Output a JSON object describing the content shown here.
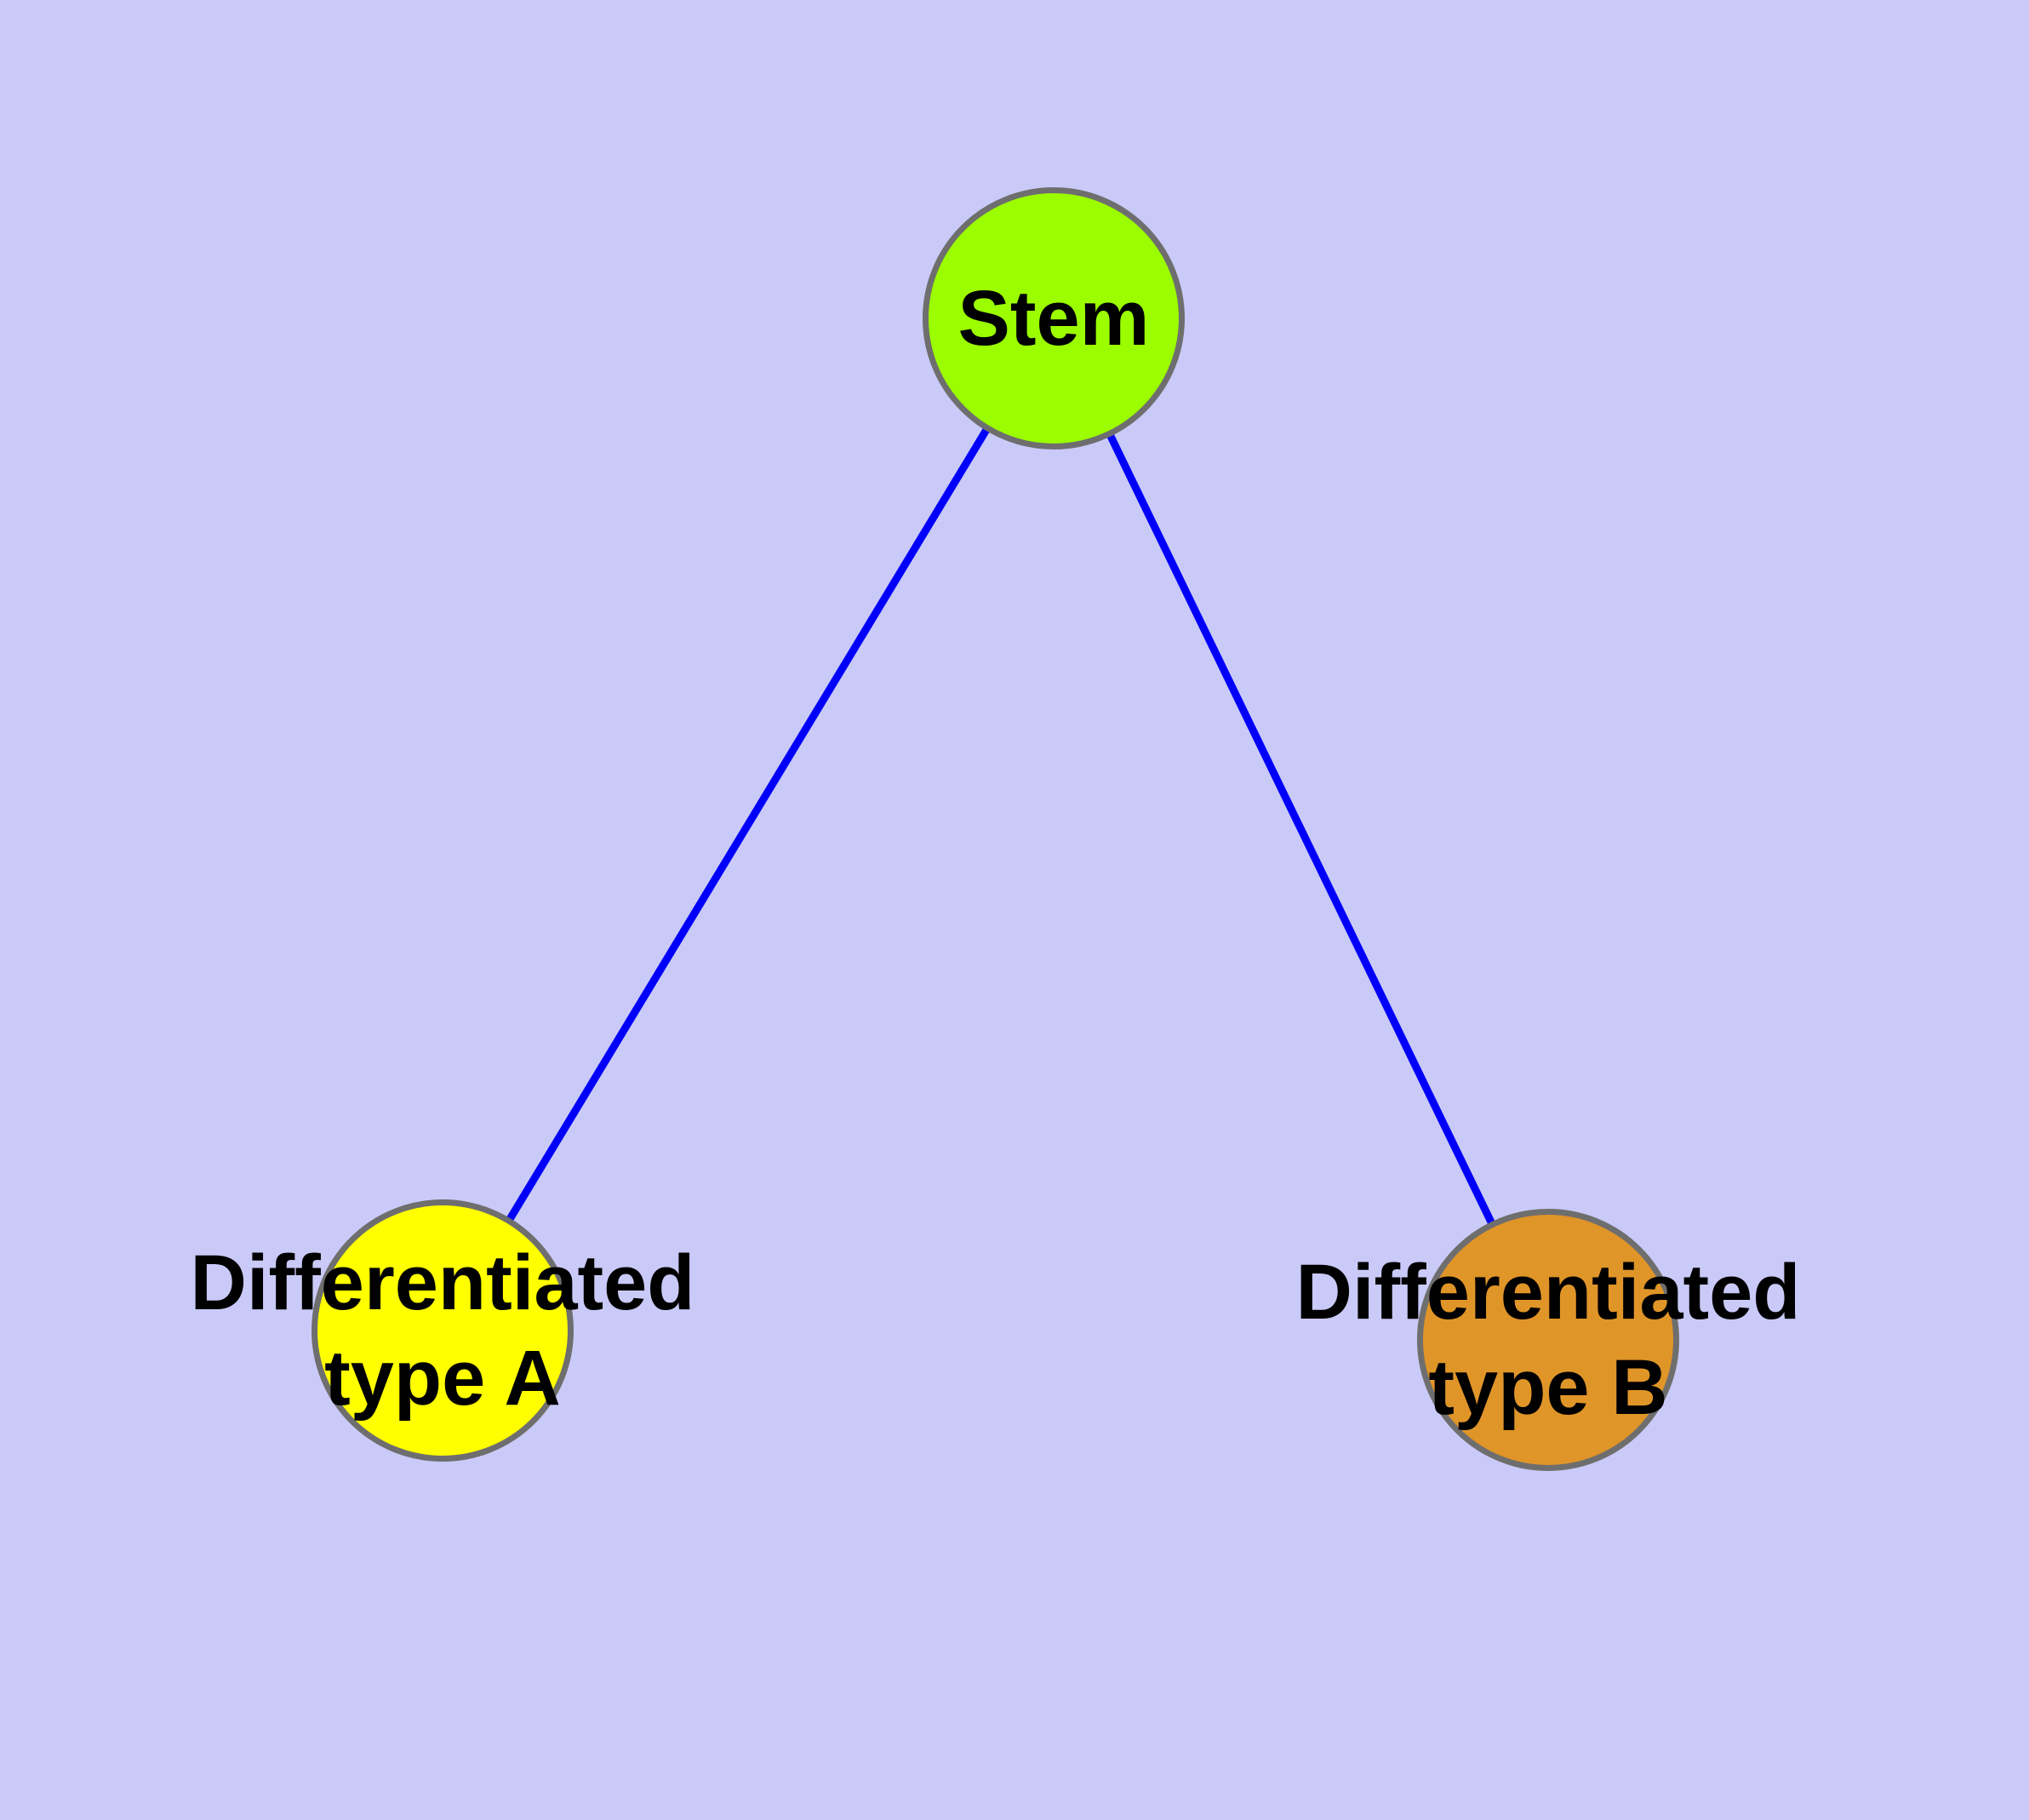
{
  "figure": {
    "kind": "node-link-diagram",
    "background_color": "#CACAF8"
  },
  "styles": {
    "edge_color": "#0000FA",
    "node_border_color": "#6E6E6E",
    "label_color": "#000000"
  },
  "nodes": [
    {
      "id": "stem",
      "label": "Stem",
      "fill": "#9BFD00"
    },
    {
      "id": "type_a",
      "label": "Differentiated\ntype A",
      "fill": "#FFFF00"
    },
    {
      "id": "type_b",
      "label": "Differentiated\ntype B",
      "fill": "#E09528"
    }
  ],
  "edges": [
    {
      "from": "stem",
      "to": "type_a"
    },
    {
      "from": "stem",
      "to": "type_b"
    }
  ]
}
